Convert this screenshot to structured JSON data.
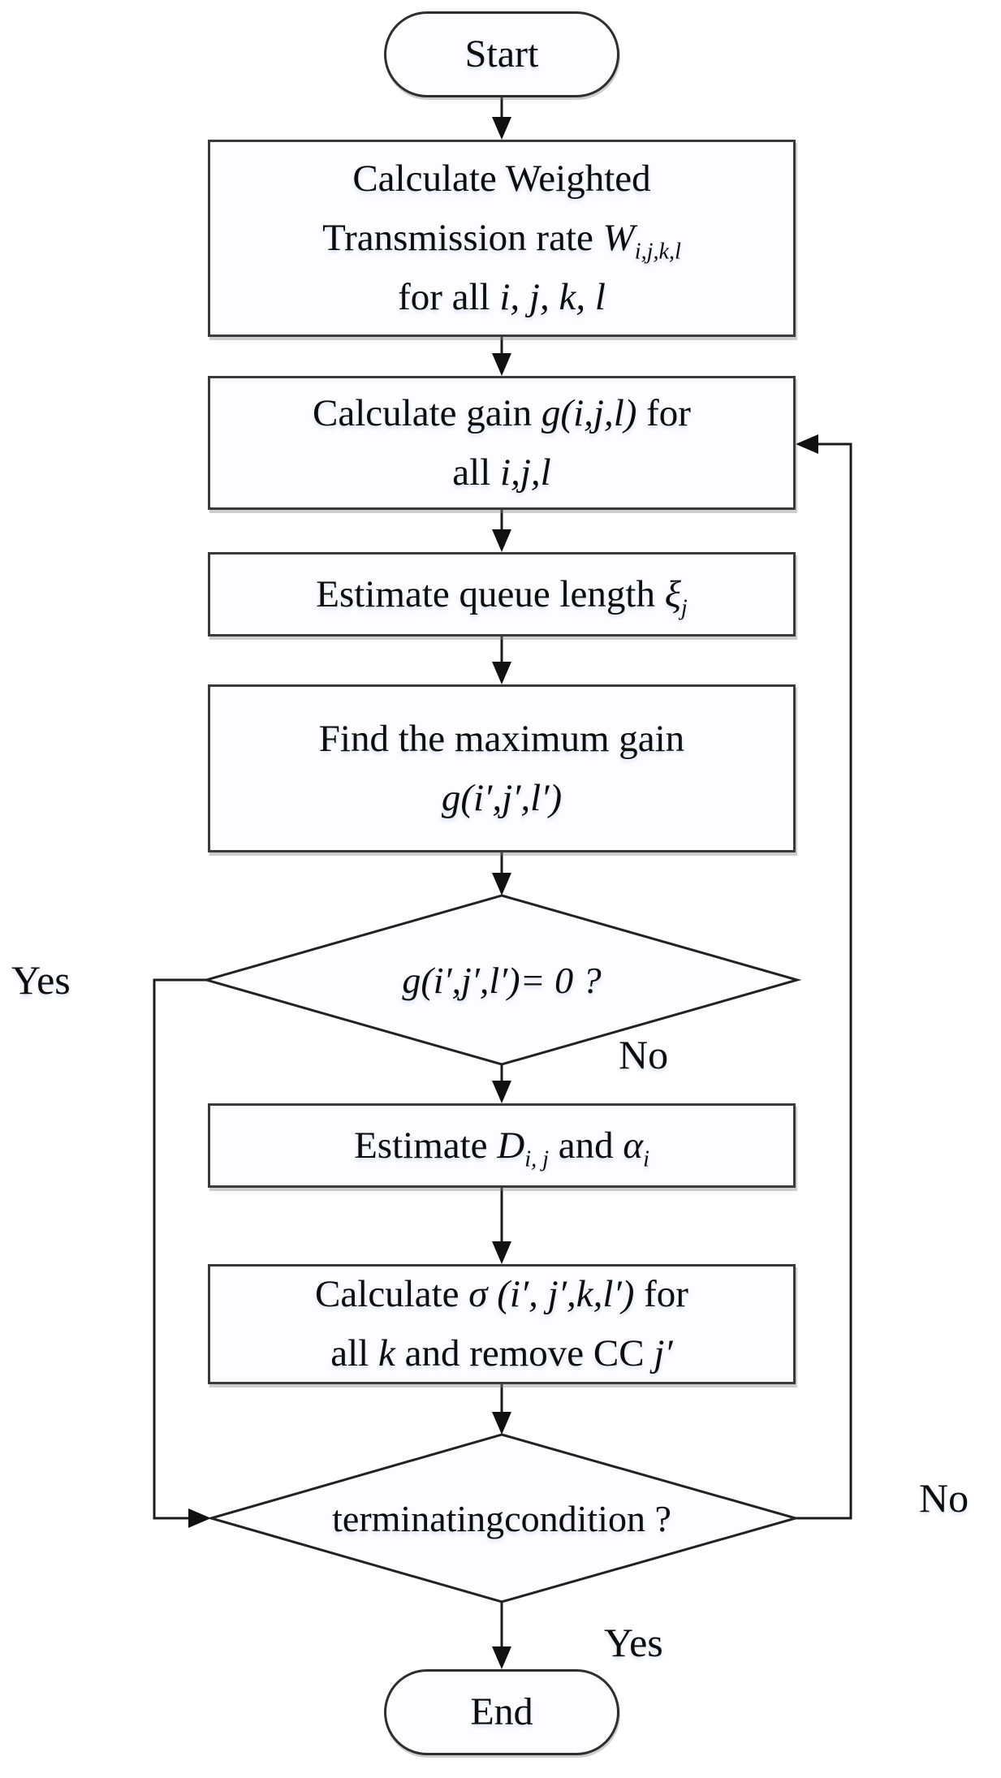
{
  "flowchart": {
    "nodes": {
      "start": {
        "label": "Start"
      },
      "calcWeighted": {
        "lines": [
          [
            {
              "t": "Calculate Weighted"
            }
          ],
          [
            {
              "t": "Transmission rate "
            },
            {
              "t": "W",
              "i": true
            },
            {
              "t": "i,j,k,l",
              "i": true,
              "sub": true
            }
          ],
          [
            {
              "t": "for all "
            },
            {
              "t": "i, j, k, l",
              "i": true
            }
          ]
        ]
      },
      "calcGain": {
        "lines": [
          [
            {
              "t": "Calculate gain "
            },
            {
              "t": "g(i,j,l)",
              "i": true
            },
            {
              "t": " for"
            }
          ],
          [
            {
              "t": "all "
            },
            {
              "t": "i,j,l",
              "i": true
            }
          ]
        ]
      },
      "estimateQueue": {
        "lines": [
          [
            {
              "t": "Estimate queue length "
            },
            {
              "t": "ξ",
              "i": true
            },
            {
              "t": "j",
              "i": true,
              "sub": true
            }
          ]
        ]
      },
      "findMaxGain": {
        "lines": [
          [
            {
              "t": "Find the maximum gain"
            }
          ],
          [
            {
              "t": "g(i′,j′,l′)",
              "i": true
            }
          ]
        ]
      },
      "gainZeroDecision": {
        "lines": [
          [
            {
              "t": "g(i′,j′,l′)= 0 ?",
              "i": true
            }
          ]
        ]
      },
      "estimateD": {
        "lines": [
          [
            {
              "t": "Estimate "
            },
            {
              "t": "D",
              "i": true
            },
            {
              "t": "i, j",
              "i": true,
              "sub": true
            },
            {
              "t": " and "
            },
            {
              "t": "α",
              "i": true
            },
            {
              "t": "i",
              "i": true,
              "sub": true
            }
          ]
        ]
      },
      "calcSigma": {
        "lines": [
          [
            {
              "t": "Calculate "
            },
            {
              "t": "σ (i′, j′,k,l′)",
              "i": true
            },
            {
              "t": " for"
            }
          ],
          [
            {
              "t": "all "
            },
            {
              "t": "k",
              "i": true
            },
            {
              "t": " and remove CC "
            },
            {
              "t": "j′",
              "i": true
            }
          ]
        ]
      },
      "terminatingDecision": {
        "lines": [
          [
            {
              "t": "terminating"
            }
          ],
          [
            {
              "t": "condition ?"
            }
          ]
        ]
      },
      "end": {
        "label": "End"
      }
    },
    "edgeLabels": {
      "gainZeroYes": "Yes",
      "gainZeroNo": "No",
      "terminatingNo": "No",
      "terminatingYes": "Yes"
    },
    "palette": {
      "line": "#1c1c1c",
      "nodeFill": "#fdfdff",
      "nodeBorder": "#3b3b3b"
    }
  }
}
